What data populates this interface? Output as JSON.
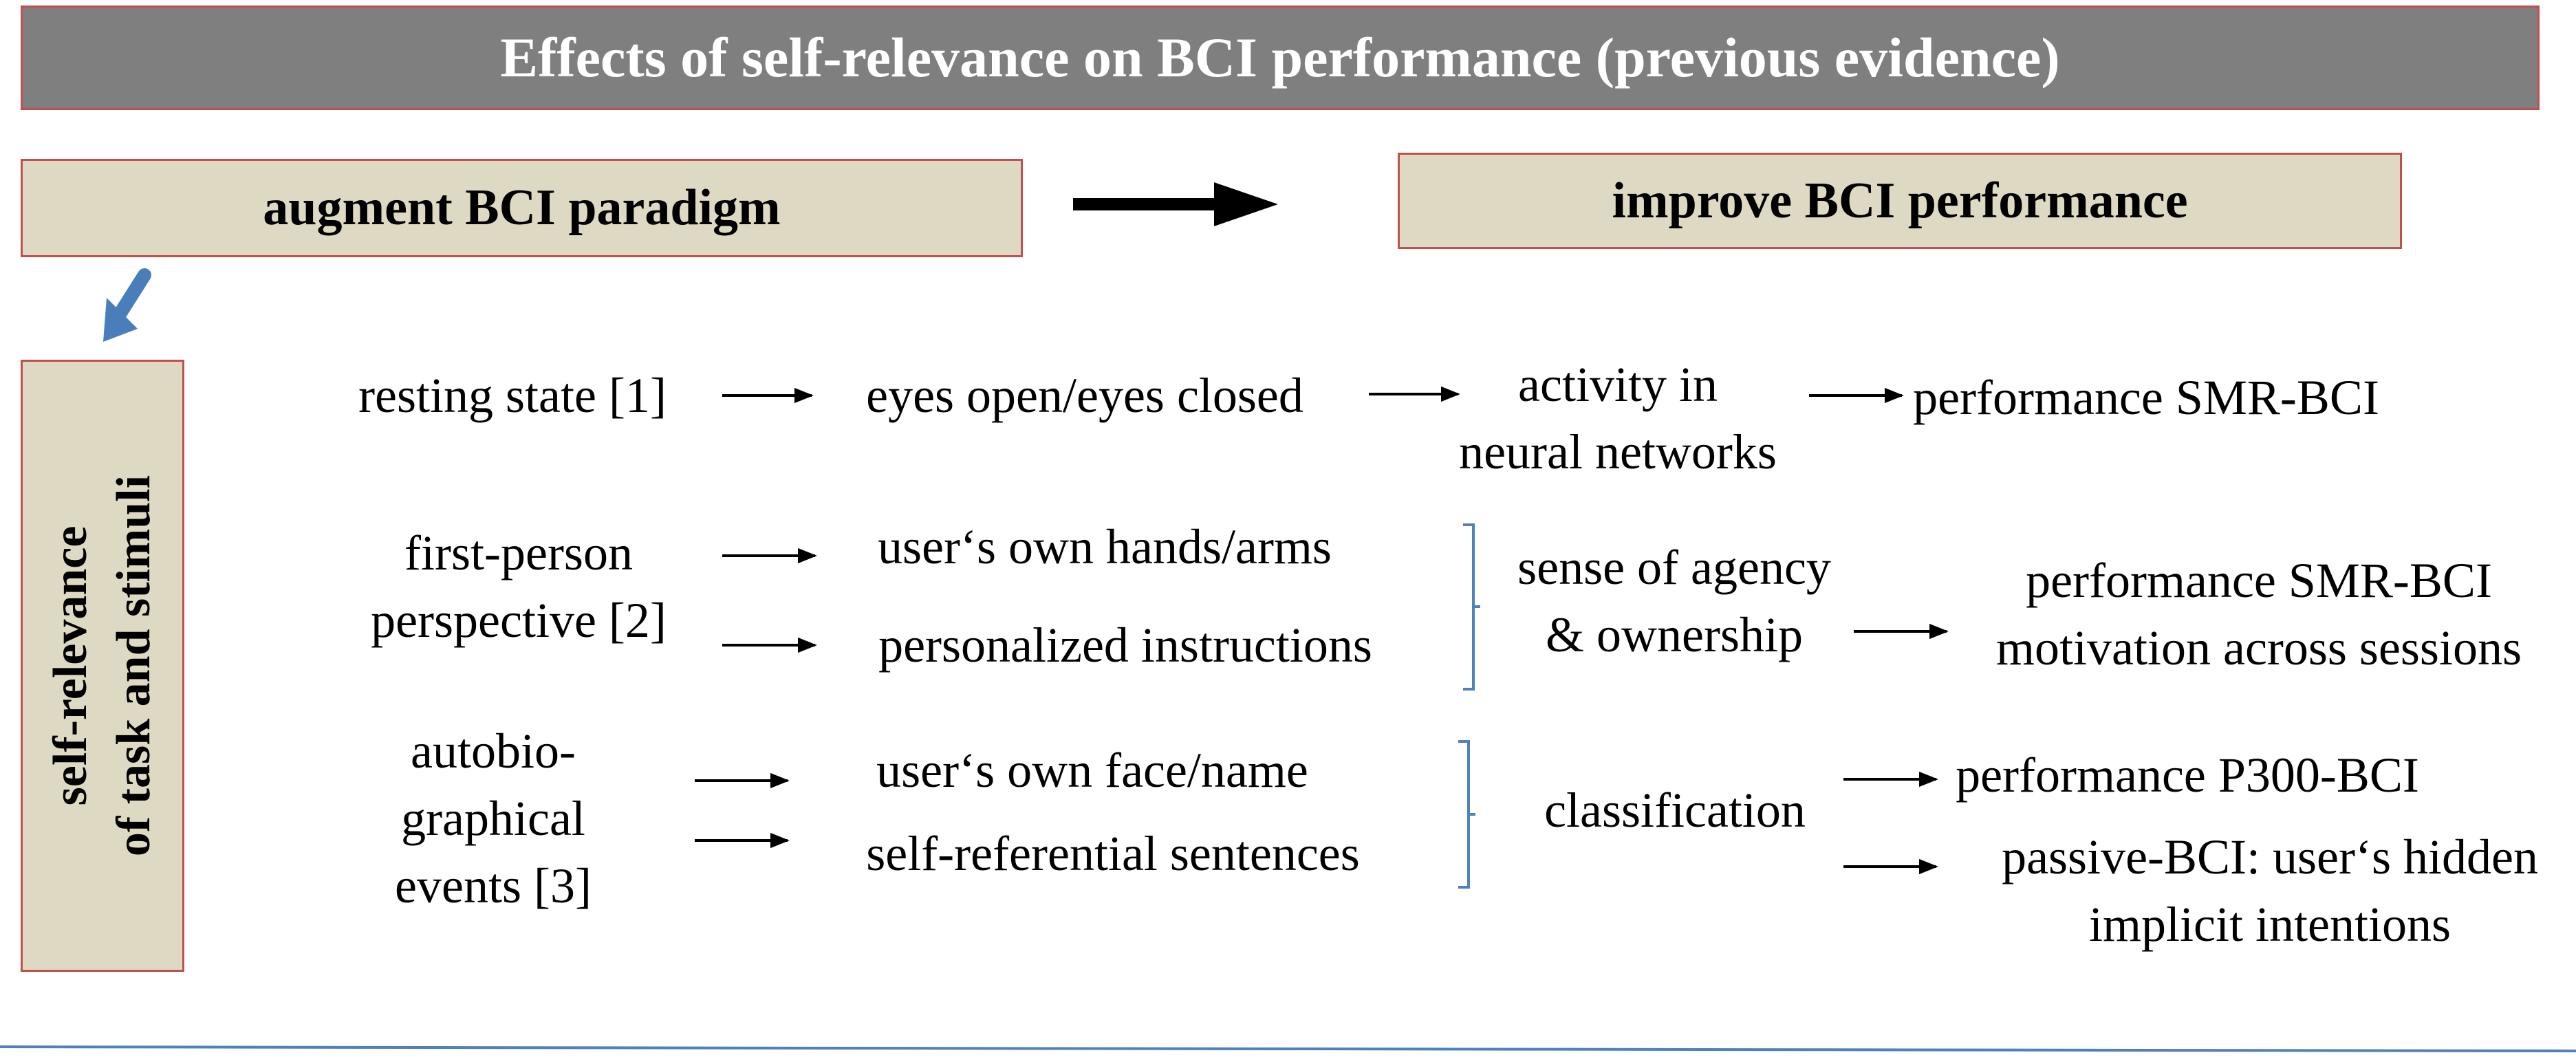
{
  "title": "Effects of self-relevance on BCI performance (previous evidence)",
  "header": {
    "left_box": "augment BCI paradigm",
    "right_box": "improve BCI performance"
  },
  "side_label": {
    "line1": "self-relevance",
    "line2": "of task and stimuli"
  },
  "rows": {
    "row1": {
      "source": "resting state [1]",
      "stimulus": "eyes open/eyes closed",
      "mechanism_line1": "activity in",
      "mechanism_line2": "neural networks",
      "outcome": "performance SMR-BCI"
    },
    "row2": {
      "source_line1": "first-person",
      "source_line2": "perspective [2]",
      "stimulus1": "user‘s own hands/arms",
      "stimulus2": "personalized instructions",
      "mechanism_line1": "sense of agency",
      "mechanism_line2": "& ownership",
      "outcome_line1": "performance SMR-BCI",
      "outcome_line2": "motivation across sessions"
    },
    "row3": {
      "source_line1": "autobio-",
      "source_line2": "graphical",
      "source_line3": "events [3]",
      "stimulus1": "user‘s own face/name",
      "stimulus2": "self-referential sentences",
      "mechanism": "classification",
      "outcome1": "performance P300-BCI",
      "outcome2_line1": "passive-BCI: user‘s hidden",
      "outcome2_line2": "implicit intentions"
    }
  },
  "colors": {
    "title_bg": "#7f7f7f",
    "box_fill": "#ddd9c3",
    "box_border": "#c0504d",
    "accent_arrow": "#4a7ebb",
    "bracket": "#4f81bd",
    "bottom_rule": "#4f81bd"
  }
}
